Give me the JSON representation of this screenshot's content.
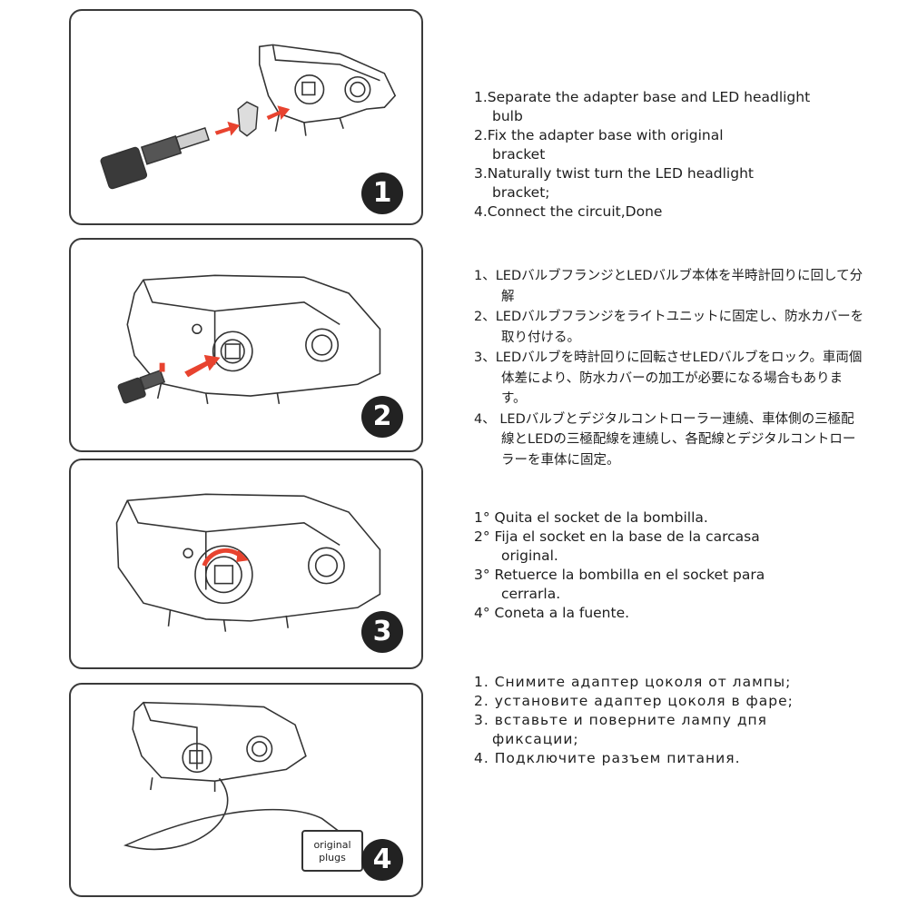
{
  "panels": [
    {
      "badge": "1"
    },
    {
      "badge": "2"
    },
    {
      "badge": "3"
    },
    {
      "badge": "4",
      "plug_label": [
        "original",
        "plugs"
      ]
    }
  ],
  "instructions": {
    "english": [
      "1.Separate the adapter base and LED headlight bulb",
      "2.Fix the adapter base with original bracket",
      "3.Naturally twist turn the LED headlight bracket;",
      "4.Connect the circuit,Done"
    ],
    "japanese": [
      "1、LEDバルブフランジとLEDバルブ本体を半時計回りに回して分解",
      "2、LEDバルブフランジをライトユニットに固定し、防水カバーを取り付ける。",
      "3、LEDバルブを時計回りに回転させLEDバルブをロック。車両個体差により、防水カバーの加工が必要になる場合もあります。",
      "4、 LEDバルブとデジタルコントローラー連繞、車体側の三極配線とLEDの三極配線を連繞し、各配線とデジタルコントローラーを車体に固定。"
    ],
    "spanish": [
      "1° Quita el socket de la bombilla.",
      "2° Fija el socket en la base de la carcasa original.",
      "3° Retuerce la bombilla en el socket para cerrarla.",
      "4° Coneta a la fuente."
    ],
    "russian": [
      "1. Снимите адаптер цоколя от лампы;",
      "2. установите адаптер цоколя в фаре;",
      "3. вставьте и поверните лампу дпя фиксации;",
      "4. Подключите разъем питания."
    ]
  },
  "colors": {
    "arrow": "#e8432f",
    "line": "#333333",
    "badge": "#222222"
  }
}
